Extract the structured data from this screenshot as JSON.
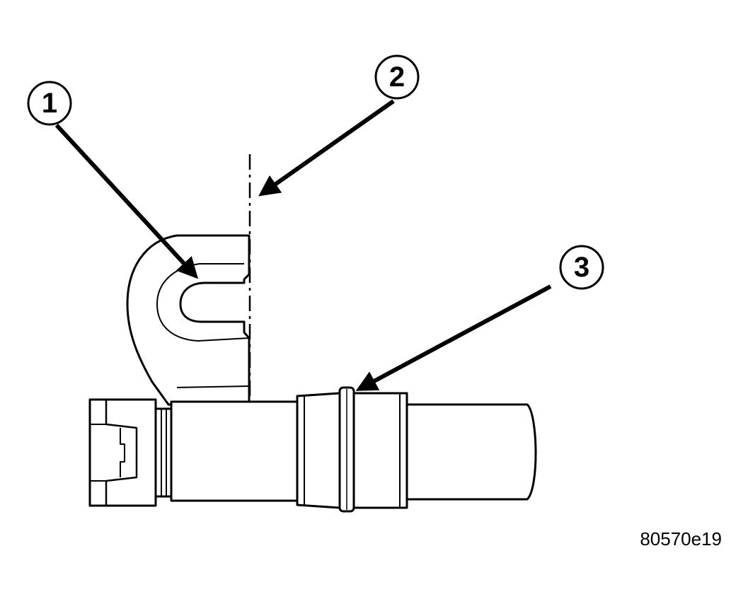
{
  "figure": {
    "callouts": [
      {
        "number": "1",
        "target": "slot-in-mounting-tab"
      },
      {
        "number": "2",
        "target": "mounting-surface-line"
      },
      {
        "number": "3",
        "target": "o-ring"
      }
    ],
    "figure_id": "80570e19"
  },
  "colors": {
    "ink": "#000000",
    "paper": "#ffffff"
  }
}
